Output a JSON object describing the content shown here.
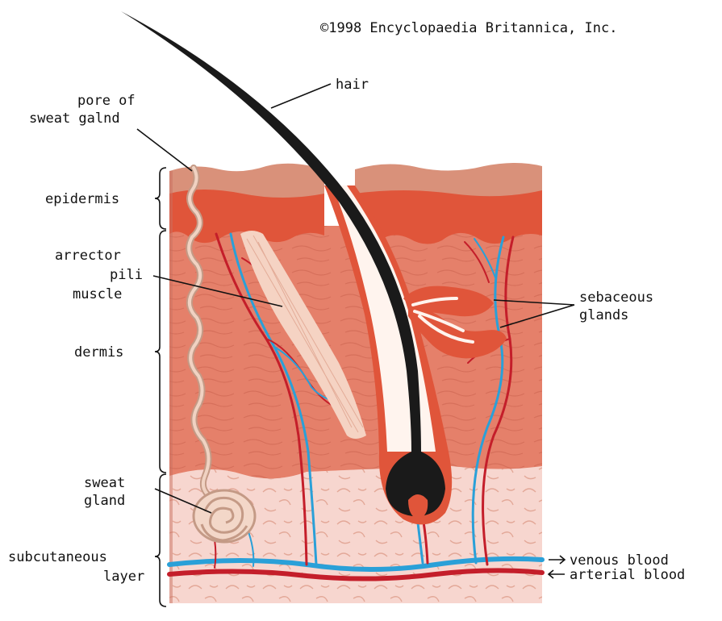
{
  "copyright": "©1998 Encyclopaedia Britannica, Inc.",
  "labels": {
    "hair": "hair",
    "pore_line1": "pore of",
    "pore_line2": "sweat galnd",
    "epidermis": "epidermis",
    "arrector_line1": "arrector",
    "arrector_line2": "pili",
    "arrector_line3": "muscle",
    "dermis": "dermis",
    "sweat_line1": "sweat",
    "sweat_line2": "gland",
    "subcut_line1": "subcutaneous",
    "subcut_line2": "layer",
    "sebaceous_line1": "sebaceous",
    "sebaceous_line2": "glands",
    "venous": "venous blood",
    "arterial": "arterial blood"
  },
  "colors": {
    "epidermis_top": "#d9917a",
    "epidermis_base": "#e0553a",
    "dermis": "#e5806a",
    "subcutaneous": "#f7d6cf",
    "hair": "#1a1a1a",
    "artery": "#c41e2a",
    "vein": "#2aa0d8",
    "sweat_duct": "#f0d2c2"
  }
}
